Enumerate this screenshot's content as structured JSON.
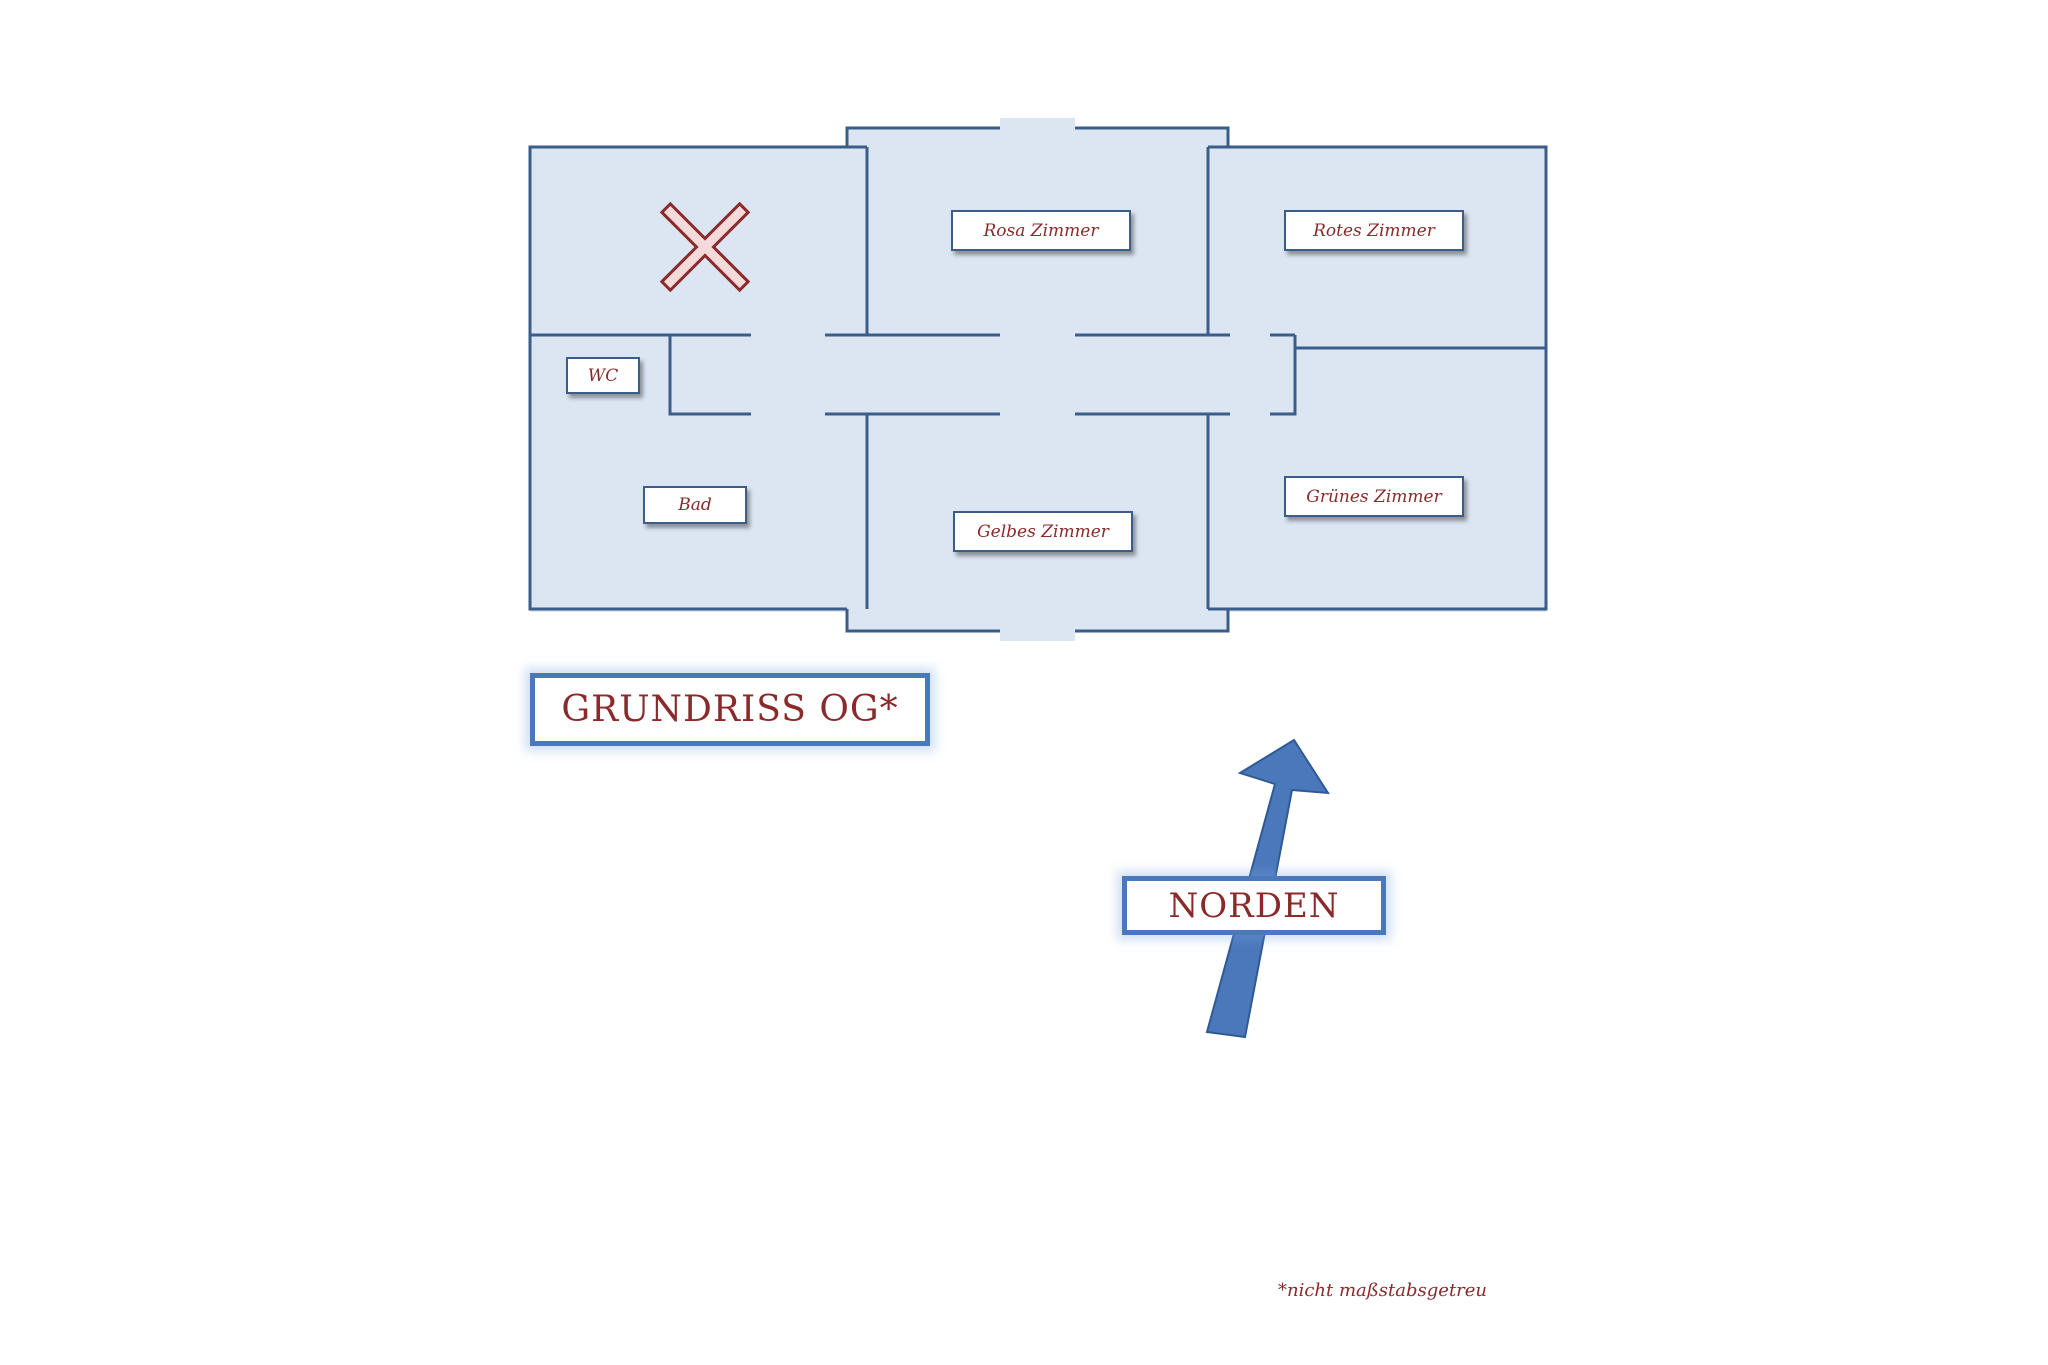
{
  "rooms": {
    "rosa": "Rosa Zimmer",
    "rotes": "Rotes Zimmer",
    "wc": "WC",
    "bad": "Bad",
    "gelbes": "Gelbes Zimmer",
    "gruenes": "Grünes Zimmer"
  },
  "title": "GRUNDRISS OG*",
  "north_label": "NORDEN",
  "footnote": "*nicht maßstabsgetreu",
  "colors": {
    "room_fill": "#dce6f3",
    "wall": "#3a5d8a",
    "label_text": "#8a2a2a",
    "arrow": "#4a78bb",
    "cross": "#8a2a2a"
  },
  "icons": {
    "cross": "cross-icon",
    "north_arrow": "north-arrow-icon"
  }
}
